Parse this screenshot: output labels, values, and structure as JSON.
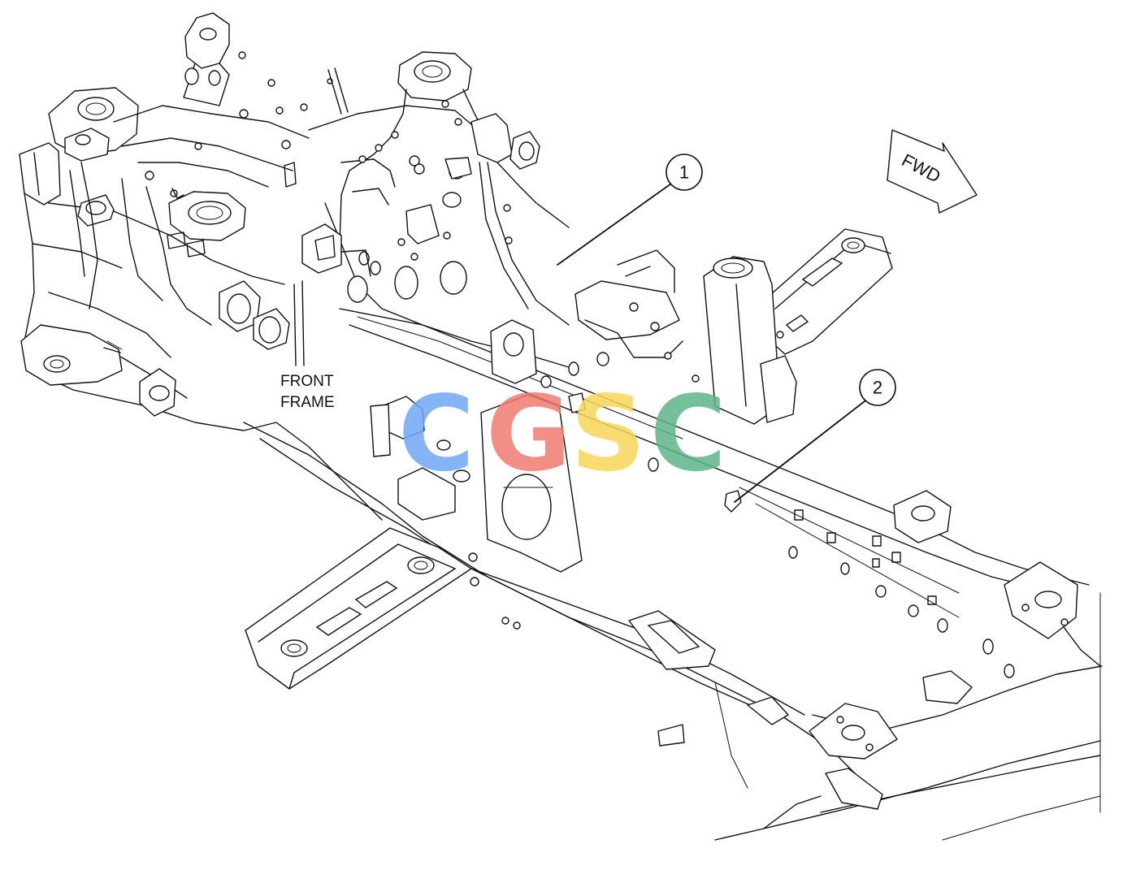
{
  "diagram": {
    "labels": {
      "front_frame_line1": "FRONT",
      "front_frame_line2": "FRAME",
      "fwd": "FWD"
    },
    "callouts": [
      {
        "number": "1"
      },
      {
        "number": "2"
      }
    ]
  },
  "watermark": {
    "letters": [
      "C",
      "G",
      "S",
      "C"
    ],
    "colors": [
      "#6fa8f5",
      "#f27b72",
      "#f7d65a",
      "#5fb58a"
    ]
  }
}
